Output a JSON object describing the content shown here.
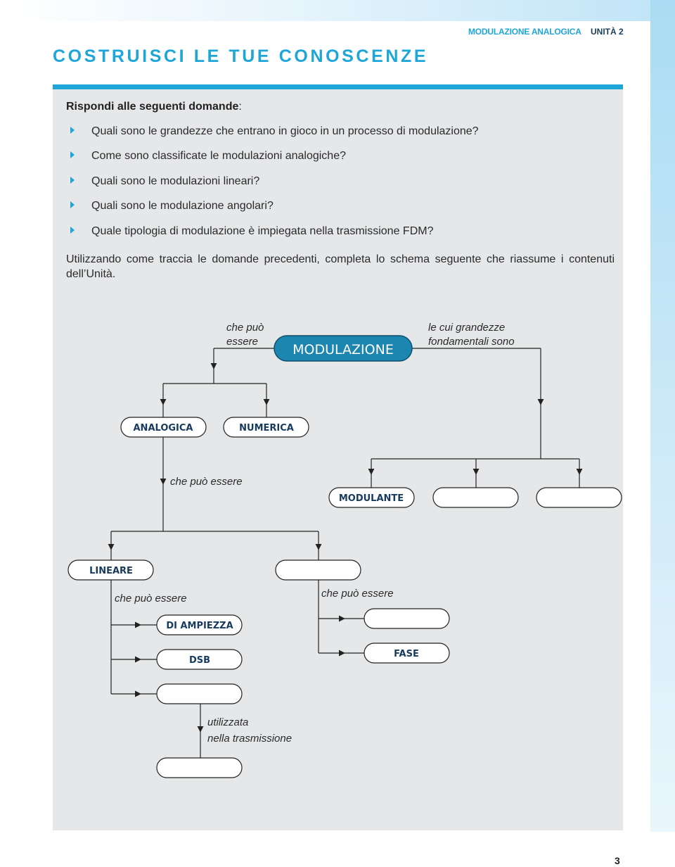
{
  "header": {
    "section": "MODULAZIONE ANALOGICA",
    "unit": "UNITÀ 2"
  },
  "title": "COSTRUISCI LE TUE CONOSCENZE",
  "intro": {
    "bold": "Rispondi alle seguenti domande",
    "suffix": ":"
  },
  "questions": [
    "Quali sono le grandezze che entrano in gioco in un processo di modulazione?",
    "Come sono classificate le modulazioni analogiche?",
    "Quali sono le modulazioni lineari?",
    "Quali sono le modulazione angolari?",
    "Quale tipologia di modulazione è impiegata nella trasmissione FDM?"
  ],
  "instruction": "Utilizzando come traccia le domande precedenti, completa lo schema seguente che riassume i contenuti dell’Unità.",
  "diagram": {
    "root": "MODULAZIONE",
    "label_left_line1": "che può",
    "label_left_line2": "essere",
    "label_right_line1": "le cui grandezze",
    "label_right_line2": "fondamentali sono",
    "analogica": "ANALOGICA",
    "numerica": "NUMERICA",
    "label_analog": "che può essere",
    "modulante": "MODULANTE",
    "blank_1": "",
    "blank_2": "",
    "lineare": "LINEARE",
    "blank_angular": "",
    "label_lineare": "che può essere",
    "label_angular": "che può essere",
    "di_ampiezza": "DI AMPIEZZA",
    "dsb": "DSB",
    "blank_lin3": "",
    "blank_ang1": "",
    "fase": "FASE",
    "label_used_line1": "utilizzata",
    "label_used_line2": "nella trasmissione",
    "blank_final": ""
  },
  "page_number": "3",
  "colors": {
    "accent": "#1ea6d8",
    "panel": "#e6e7e9",
    "root_box": "#1d86b0",
    "box_text": "#173a5e"
  }
}
